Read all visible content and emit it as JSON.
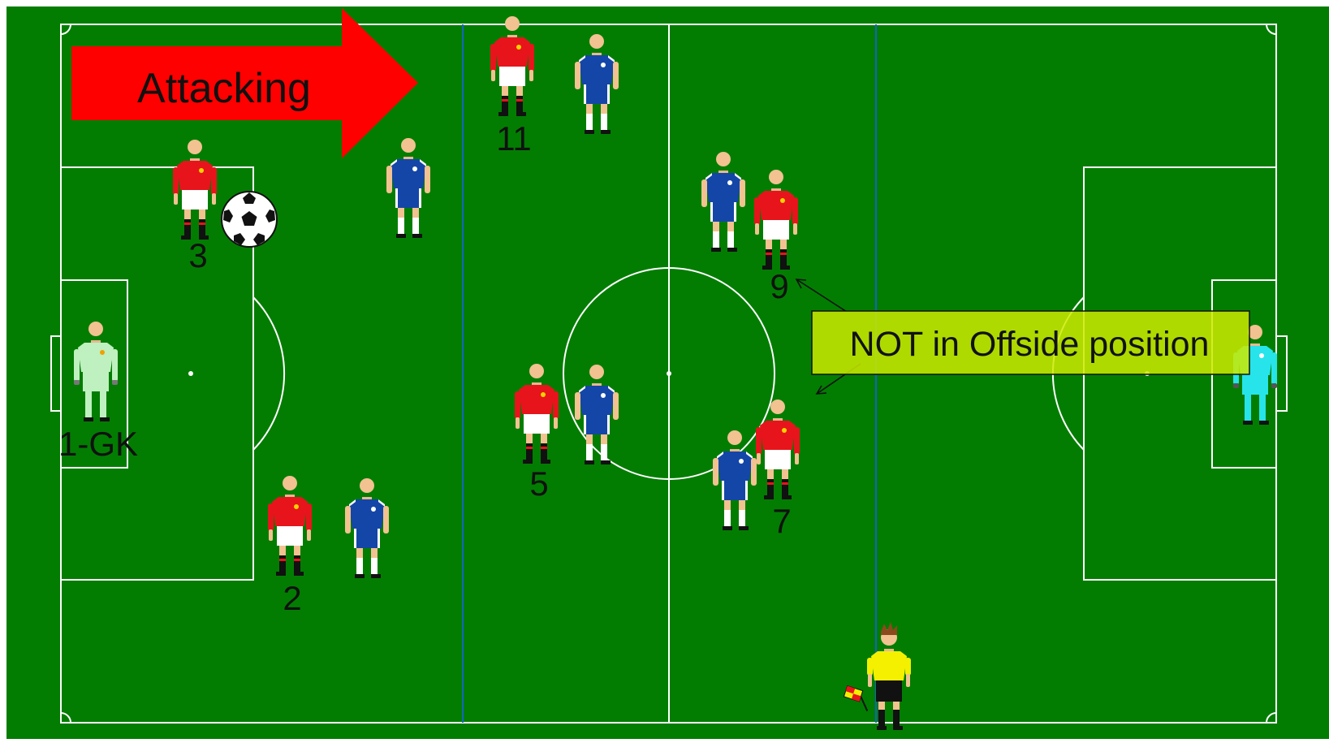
{
  "banner": {
    "label": "Attacking",
    "color": "#ff0000"
  },
  "callout": {
    "text": "NOT in Offside position",
    "background": "#ccea00"
  },
  "colors": {
    "pitch": "#027d02",
    "lines": "#ffffff",
    "offside_line": "#1565c0",
    "red_shirt": "#e8141b",
    "blue_shirt": "#1446a8",
    "gk_red": "#bff0bf",
    "gk_blue": "#26e4ea",
    "referee": "#f4f000"
  },
  "red_team": [
    {
      "number": "1-GK"
    },
    {
      "number": "3"
    },
    {
      "number": "2"
    },
    {
      "number": "11"
    },
    {
      "number": "5"
    },
    {
      "number": "9"
    },
    {
      "number": "7"
    }
  ],
  "icons": {
    "ball": "soccer-ball-icon",
    "flag": "assistant-referee-flag-icon"
  }
}
